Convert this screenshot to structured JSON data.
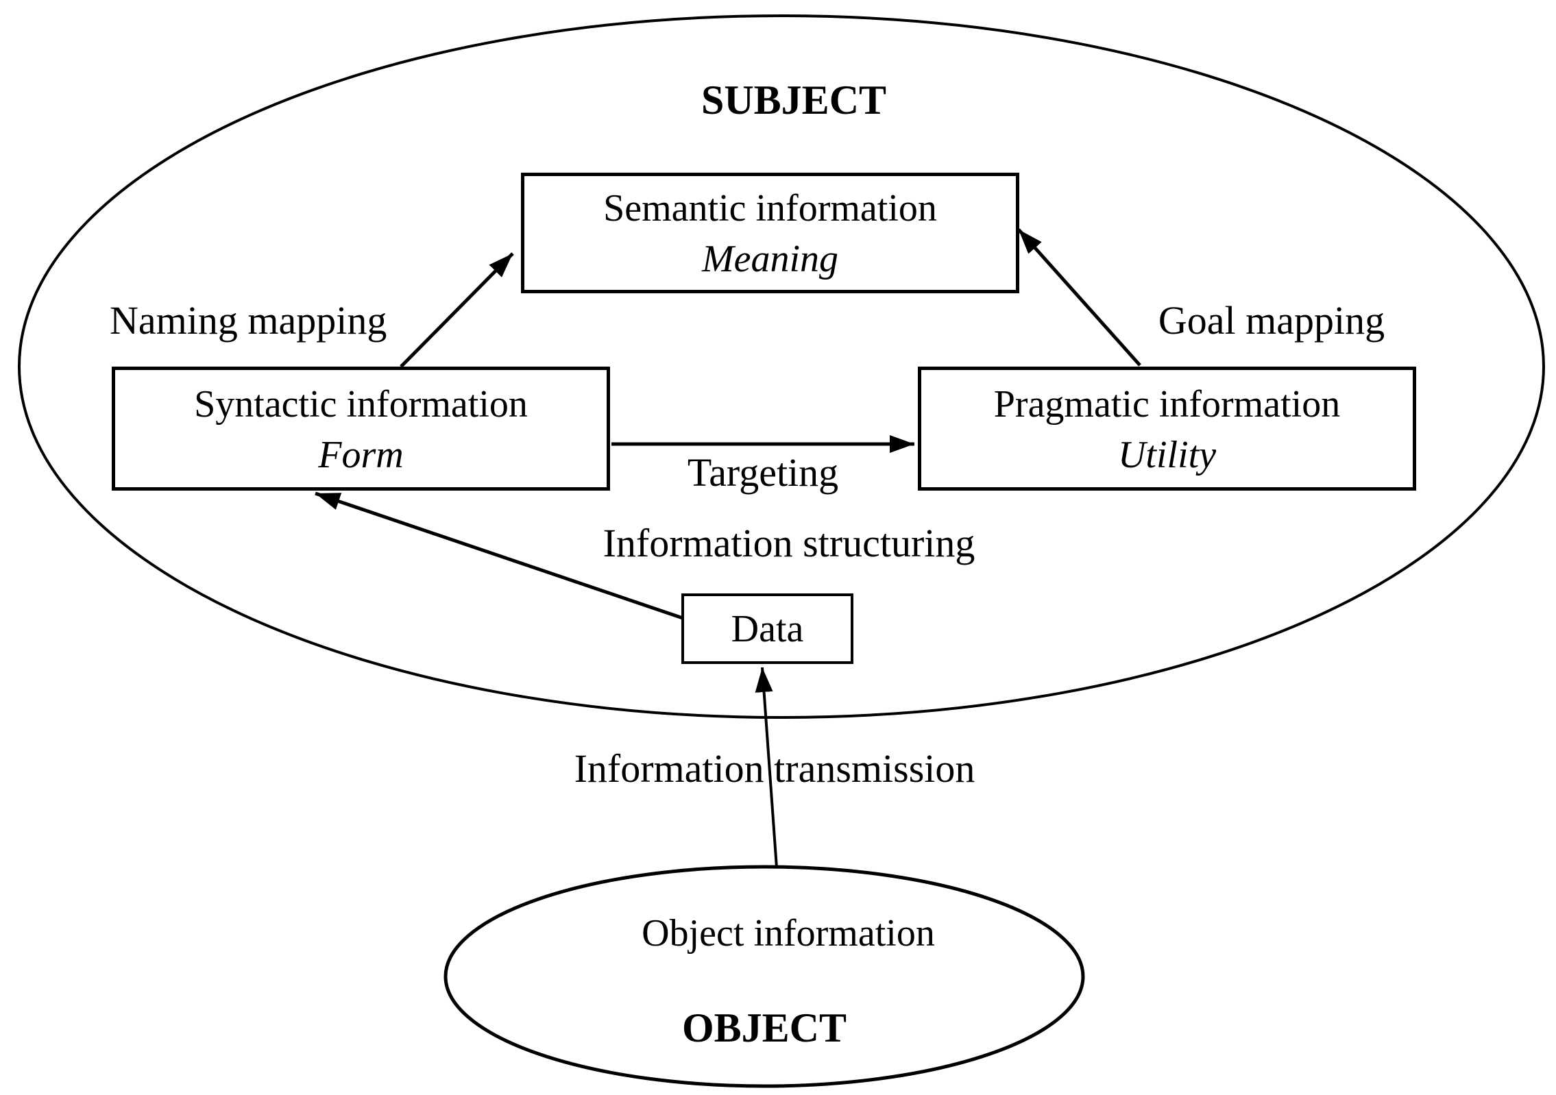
{
  "subject": {
    "title": "SUBJECT"
  },
  "object": {
    "info": "Object information",
    "title": "OBJECT"
  },
  "boxes": {
    "semantic": {
      "title": "Semantic information",
      "subtitle": "Meaning"
    },
    "syntactic": {
      "title": "Syntactic information",
      "subtitle": "Form"
    },
    "pragmatic": {
      "title": "Pragmatic information",
      "subtitle": "Utility"
    },
    "data": {
      "title": "Data"
    }
  },
  "labels": {
    "naming": "Naming mapping",
    "goal": "Goal mapping",
    "targeting": "Targeting",
    "structuring": "Information structuring",
    "transmission": "Information transmission"
  },
  "colors": {
    "stroke": "#000000",
    "background": "#ffffff"
  }
}
